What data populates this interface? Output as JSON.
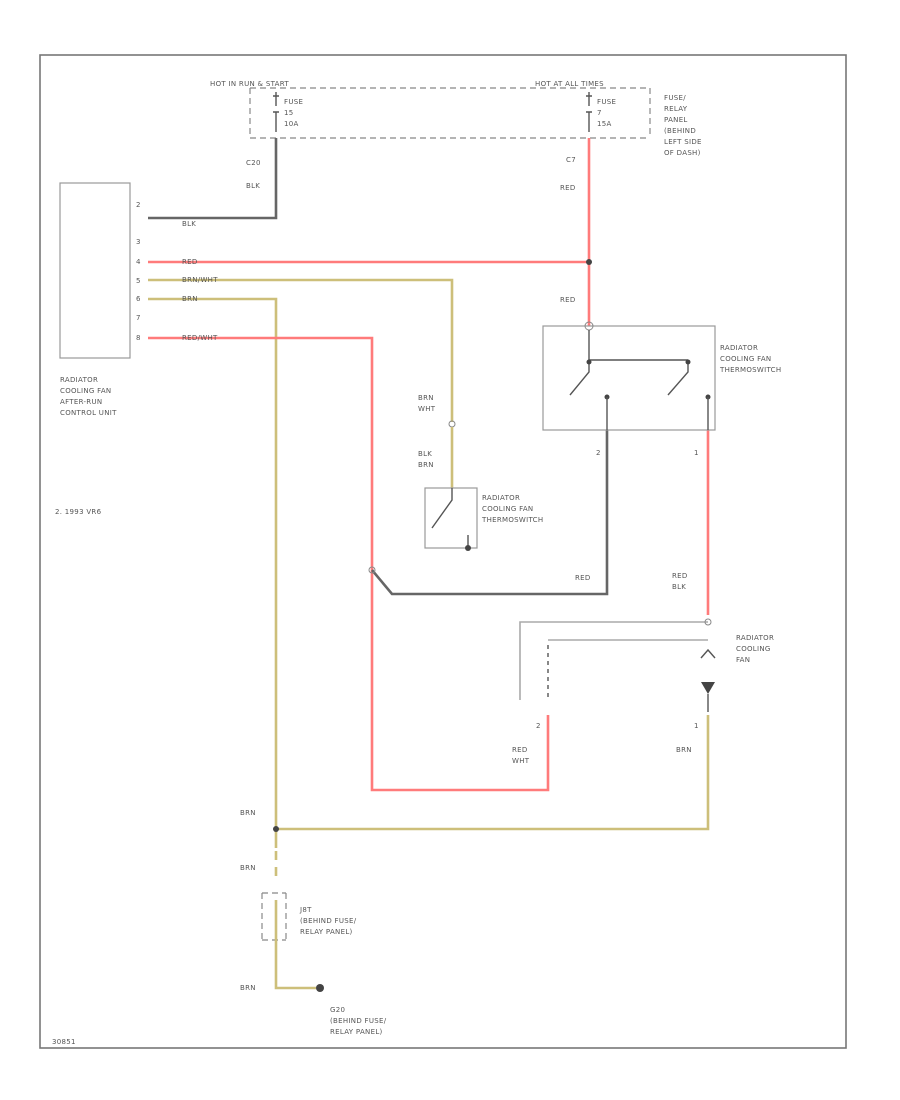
{
  "fuse_panel": {
    "hot_start_label": "HOT IN RUN & START",
    "hot_all_label": "HOT AT ALL TIMES",
    "fuse_left": [
      "FUSE",
      "15",
      "10A"
    ],
    "fuse_right": [
      "FUSE",
      "7",
      "15A"
    ],
    "panel_label": [
      "FUSE/",
      "RELAY",
      "PANEL",
      "(BEHIND",
      "LEFT SIDE",
      "OF DASH)"
    ]
  },
  "control_unit": {
    "label": [
      "RADIATOR",
      "COOLING FAN",
      "AFTER-RUN",
      "CONTROL UNIT"
    ],
    "pins": [
      "2",
      "3",
      "4",
      "5",
      "6",
      "7",
      "8"
    ]
  },
  "wires": {
    "c20": "C20",
    "blk_top": "BLK",
    "blk_unit": "BLK",
    "c7": "C7",
    "red_top": "RED",
    "red_unit": "RED",
    "brn_wht_unit": "BRN/WHT",
    "brn_unit": "BRN",
    "red_wht_unit": "RED/WHT",
    "red_thermo": "RED",
    "brn_wht_mid": [
      "BRN",
      "WHT"
    ],
    "blk_brn": [
      "BLK",
      "BRN"
    ],
    "red_mid": "RED",
    "red_blk": [
      "RED",
      "BLK"
    ],
    "red_wht_fan": [
      "RED",
      "WHT"
    ],
    "brn_fan": "BRN",
    "brn_bottom_1": "BRN",
    "brn_bottom_2": "BRN",
    "brn_bottom_3": "BRN"
  },
  "thermo_switch_a": {
    "label": [
      "RADIATOR",
      "COOLING FAN",
      "THERMOSWITCH"
    ],
    "pin_left": "2",
    "pin_right": "1"
  },
  "thermo_switch_b": {
    "label": [
      "RADIATOR",
      "COOLING FAN",
      "THERMOSWITCH"
    ]
  },
  "cooling_fan": {
    "label": [
      "RADIATOR",
      "COOLING",
      "FAN"
    ],
    "pin_left": "2",
    "pin_right": "1"
  },
  "ground_j": [
    "J8T",
    "(BEHIND FUSE/",
    "RELAY PANEL)"
  ],
  "ground_g": [
    "G20",
    "(BEHIND FUSE/",
    "RELAY PANEL)"
  ],
  "model_note": "2. 1993 VR6",
  "footer_id": "30851"
}
